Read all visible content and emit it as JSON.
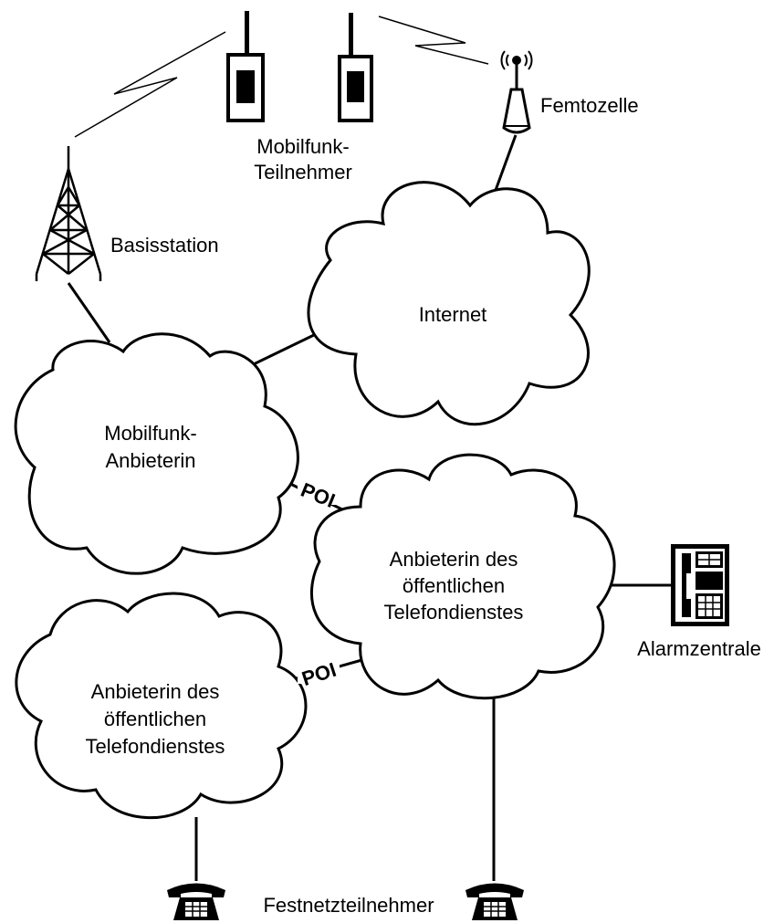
{
  "nodes": {
    "mobile_subscribers": {
      "line1": "Mobilfunk-",
      "line2": "Teilnehmer"
    },
    "femtocell": {
      "label": "Femtozelle"
    },
    "base_station": {
      "label": "Basisstation"
    },
    "internet": {
      "label": "Internet"
    },
    "mobile_provider": {
      "line1": "Mobilfunk-",
      "line2": "Anbieterin"
    },
    "phone_provider_1": {
      "line1": "Anbieterin des",
      "line2": "öffentlichen",
      "line3": "Telefondienstes"
    },
    "phone_provider_2": {
      "line1": "Anbieterin des",
      "line2": "öffentlichen",
      "line3": "Telefondienstes"
    },
    "alarm_center": {
      "label": "Alarmzentrale"
    },
    "landline_subscribers": {
      "label": "Festnetzteilnehmer"
    }
  },
  "interconnects": {
    "poi_upper": "POI",
    "poi_lower": "POI"
  },
  "icons": [
    "cell-tower-icon",
    "mobile-phone-icon",
    "femtocell-antenna-icon",
    "desk-phone-icon",
    "alarm-center-phone-icon"
  ]
}
